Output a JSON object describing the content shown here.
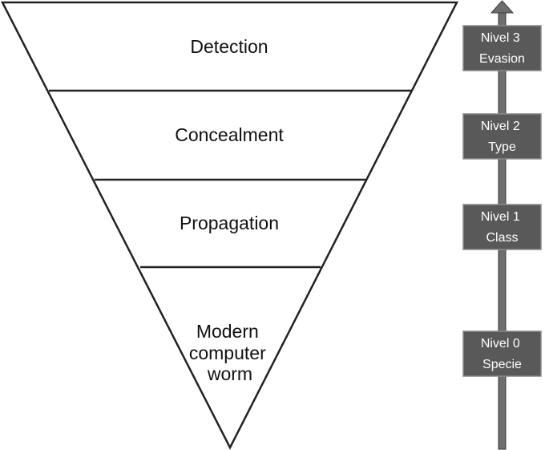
{
  "pyramid": {
    "layers": [
      {
        "label_lines": [
          "Detection"
        ]
      },
      {
        "label_lines": [
          "Concealment"
        ]
      },
      {
        "label_lines": [
          "Propagation"
        ]
      },
      {
        "label_lines": [
          "Modern",
          "computer",
          "worm"
        ]
      }
    ]
  },
  "levels": [
    {
      "line1": "Nivel 3",
      "line2": "Evasion"
    },
    {
      "line1": "Nivel 2",
      "line2": "Type"
    },
    {
      "line1": "Nivel 1",
      "line2": "Class"
    },
    {
      "line1": "Nivel 0",
      "line2": "Specie"
    }
  ],
  "colors": {
    "outline": "#222222",
    "arrow": "#6e6e6e",
    "level_box": "#595959",
    "level_box_border": "#8a8a8a"
  }
}
